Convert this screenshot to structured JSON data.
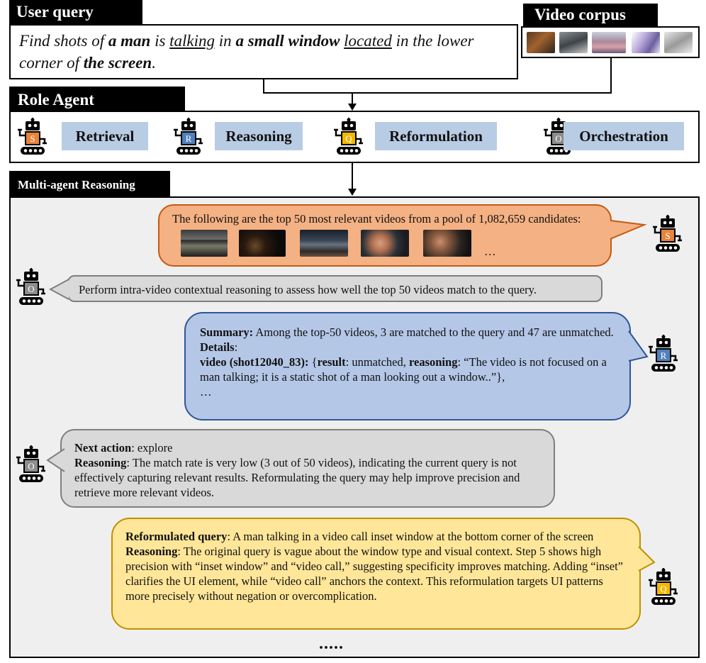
{
  "header": {
    "user_query_tag": "User query",
    "query_parts": [
      {
        "t": "Find shots of ",
        "s": "i"
      },
      {
        "t": "a man",
        "s": "bi"
      },
      {
        "t": " is ",
        "s": "i"
      },
      {
        "t": "talking",
        "s": "iu"
      },
      {
        "t": " in ",
        "s": "i"
      },
      {
        "t": "a small window",
        "s": "bi"
      },
      {
        "t": " ",
        "s": "i"
      },
      {
        "t": "located",
        "s": "iu"
      },
      {
        "t": " in the lower corner of ",
        "s": "i"
      },
      {
        "t": "the screen",
        "s": "bi"
      },
      {
        "t": ".",
        "s": "i"
      }
    ],
    "video_corpus_tag": "Video corpus"
  },
  "roles": {
    "tag": "Role Agent",
    "items": [
      {
        "letter": "S",
        "label": "Retrieval",
        "color": "#e8833a"
      },
      {
        "letter": "R",
        "label": "Reasoning",
        "color": "#4f81bd"
      },
      {
        "letter": "Q",
        "label": "Reformulation",
        "color": "#f2b700"
      },
      {
        "letter": "O",
        "label": "Orchestration",
        "color": "#8c8c8c"
      }
    ]
  },
  "reasoning": {
    "tag": "Multi-agent Reasoning",
    "msg1": {
      "agent": "S",
      "text": "The following are the top 50 most relevant videos from a pool of 1,082,659 candidates:",
      "ellipsis": "…"
    },
    "msg2": {
      "agent": "O",
      "text": "Perform intra-video contextual reasoning to assess how well the top 50 videos match to the query."
    },
    "msg3": {
      "agent": "R",
      "summary_label": "Summary:",
      "summary_text": " Among the top-50 videos, 3 are matched to the query and 47 are unmatched.",
      "details_label": "Details",
      "details_colon": ":",
      "video_label": "video (shot12040_83):",
      "result_open": " {",
      "result_label": "result",
      "result_text": ": unmatched, ",
      "reasoning_label": "reasoning",
      "reasoning_text": ": “The video is not focused on a man talking; it is a static shot of a man looking out a window..”},",
      "ellipsis": "…"
    },
    "msg4": {
      "agent": "O",
      "next_label": "Next action",
      "next_text": ":  explore",
      "reasoning_label": "Reasoning",
      "reasoning_text": ": The match rate is very low (3 out of 50 videos), indicating the current query is not effectively capturing relevant results. Reformulating the query may help improve precision and retrieve more relevant videos."
    },
    "msg5": {
      "agent": "Q",
      "query_label": "Reformulated query",
      "query_text": ": A man talking in a video call inset window at the bottom corner of the screen",
      "reasoning_label": "Reasoning",
      "reasoning_text": ":  The original query is vague about the window type and visual context. Step 5 shows high precision with “inset window” and “video call,” suggesting specificity improves matching. Adding “inset” clarifies the UI element, while “video call” anchors the context. This reformulation targets UI patterns more precisely without negation or overcomplication."
    },
    "more": "....."
  },
  "colors": {
    "orange_fill": "#f4b183",
    "orange_border": "#c55a11",
    "gray_fill": "#d9d9d9",
    "gray_border": "#7f7f7f",
    "blue_fill": "#b4c7e7",
    "blue_border": "#2f5597",
    "yellow_fill": "#ffe699",
    "yellow_border": "#bf9000",
    "panel_fill": "#efefef",
    "role_label_fill": "#b8cce4"
  }
}
